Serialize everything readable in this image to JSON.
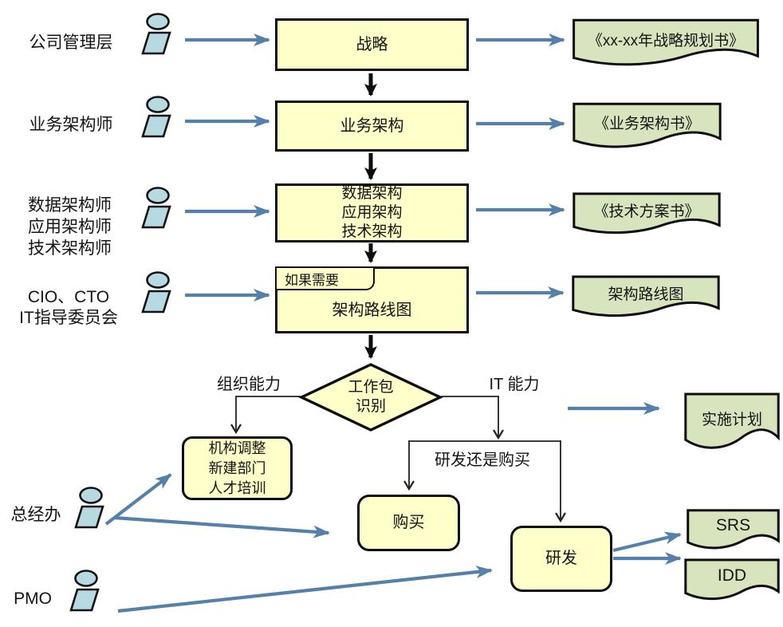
{
  "colors": {
    "process_fill": "#FFFFC9",
    "document_fill": "#D8E4BE",
    "actor_fill": "#B7D9E2",
    "arrow_blue": "#5580AB",
    "line_black": "#111111"
  },
  "actors": [
    {
      "label": "公司管理层"
    },
    {
      "label": "业务架构师"
    },
    {
      "label": "数据架构师\n应用架构师\n技术架构师"
    },
    {
      "label": "CIO、CTO\nIT指导委员会"
    },
    {
      "label": "总经办"
    },
    {
      "label": "PMO"
    }
  ],
  "processes": [
    {
      "label": "战略"
    },
    {
      "label": "业务架构"
    },
    {
      "label": "数据架构\n应用架构\n技术架构"
    },
    {
      "label": "架构路线图",
      "tab": "如果需要"
    },
    {
      "label": "工作包\n识别"
    },
    {
      "label": "机构调整\n新建部门\n人才培训"
    },
    {
      "label": "购买"
    },
    {
      "label": "研发"
    }
  ],
  "documents": [
    {
      "label": "《xx-xx年战略规划书》"
    },
    {
      "label": "《业务架构书》"
    },
    {
      "label": "《技术方案书》"
    },
    {
      "label": "架构路线图"
    },
    {
      "label": "实施计划"
    },
    {
      "label": "SRS"
    },
    {
      "label": "IDD"
    }
  ],
  "branch_labels": [
    {
      "label": "组织能力"
    },
    {
      "label": "IT 能力"
    },
    {
      "label": "研发还是购买"
    }
  ]
}
